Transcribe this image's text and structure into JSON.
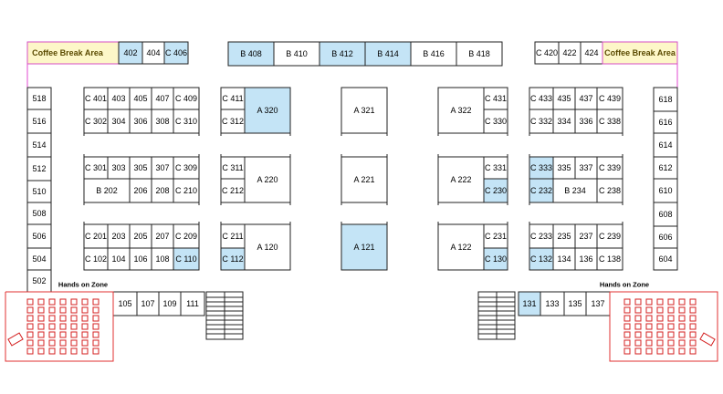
{
  "colors": {
    "highlight": "#c4e4f6",
    "coffee_fill": "#fdf7c8",
    "coffee_border": "#d64fc4",
    "hands_on_border": "#d42020"
  },
  "zones": {
    "coffee_left": "Coffee Break Area",
    "coffee_right": "Coffee Break Area",
    "hands_left": "Hands on Zone",
    "hands_right": "Hands on Zone"
  },
  "booths": {
    "top_402": "402",
    "top_404": "404",
    "top_c406": "C 406",
    "top_b408": "B 408",
    "top_b410": "B 410",
    "top_b412": "B 412",
    "top_b414": "B 414",
    "top_b416": "B 416",
    "top_b418": "B 418",
    "top_c420": "C 420",
    "top_422": "422",
    "top_424": "424",
    "l_518": "518",
    "l_516": "516",
    "l_514": "514",
    "l_512": "512",
    "l_510": "510",
    "l_508": "508",
    "l_506": "506",
    "l_504": "504",
    "l_502": "502",
    "r_618": "618",
    "r_616": "616",
    "r_614": "614",
    "r_612": "612",
    "r_610": "610",
    "r_608": "608",
    "r_606": "606",
    "r_604": "604",
    "c401": "C 401",
    "b403": "403",
    "b405": "405",
    "b407": "407",
    "c409": "C 409",
    "c302": "C 302",
    "b304": "304",
    "b306": "306",
    "b308": "308",
    "c310": "C 310",
    "c301": "C 301",
    "b303": "303",
    "b305": "305",
    "b307": "307",
    "c309": "C 309",
    "b202": "B 202",
    "b206": "206",
    "b208": "208",
    "c210": "C 210",
    "c201": "C 201",
    "b203": "203",
    "b205": "205",
    "b207": "207",
    "c209": "C 209",
    "c102": "C 102",
    "b104": "104",
    "b106": "106",
    "b108": "108",
    "c110": "C 110",
    "c411": "C 411",
    "c312": "C 312",
    "a320": "A 320",
    "c311": "C 311",
    "c212": "C 212",
    "a220": "A 220",
    "c211": "C 211",
    "c112": "C 112",
    "a120": "A 120",
    "a321": "A 321",
    "a221": "A 221",
    "a121": "A 121",
    "a322": "A 322",
    "c431": "C 431",
    "c330": "C 330",
    "a222": "A 222",
    "c331": "C 331",
    "c230": "C 230",
    "a122": "A 122",
    "c231": "C 231",
    "c130": "C 130",
    "c433": "C 433",
    "b435": "435",
    "b437": "437",
    "c439": "C 439",
    "c332": "C 332",
    "b334": "334",
    "b336": "336",
    "c338": "C 338",
    "c333": "C 333",
    "b335": "335",
    "b337": "337",
    "c339": "C 339",
    "c232": "C 232",
    "b234": "B 234",
    "c238": "C 238",
    "c233": "C 233",
    "b235": "235",
    "b237": "237",
    "c239": "C 239",
    "c132": "C 132",
    "b134": "134",
    "b136": "136",
    "c138": "C 138",
    "b105": "105",
    "b107": "107",
    "b109": "109",
    "b111": "111",
    "b131": "131",
    "b133": "133",
    "b135": "135",
    "b137": "137"
  }
}
